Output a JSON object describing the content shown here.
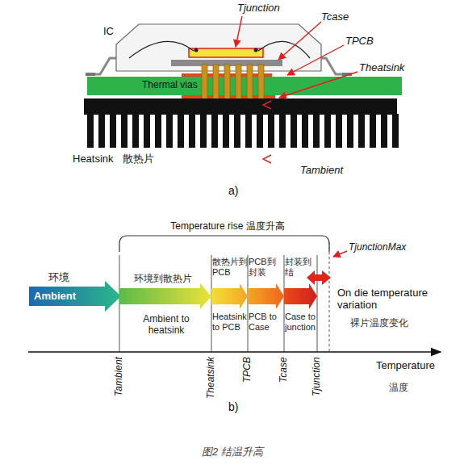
{
  "diagram": {
    "caption": "图2 结温升高",
    "nodes": [
      {
        "text": [
          "环境",
          "Ambient"
        ]
      },
      {
        "text": [
          "环境到散热片",
          "Ambient to heatsink"
        ]
      },
      {
        "text": [
          "散热片到 PCB",
          "Heatsink to PCB"
        ]
      },
      {
        "text": [
          "PCB到 封装",
          "PCB to Case"
        ]
      },
      {
        "text": [
          "封装到 结",
          "Case to junction"
        ]
      }
    ],
    "labels": [
      "IC",
      "Tjunction",
      "Tcase",
      "TPCB",
      "Theatsink",
      "Thermal vias",
      "Heatsink",
      "散热片",
      "Tambient",
      "a)",
      "Temperature rise 温度升高",
      "TjunctionMax",
      "On die temperature variation",
      "裸片温度变化",
      "Tambient",
      "Theatsink",
      "TPCB",
      "Tcase",
      "Tjunction",
      "Temperature",
      "温度",
      "b)"
    ]
  }
}
